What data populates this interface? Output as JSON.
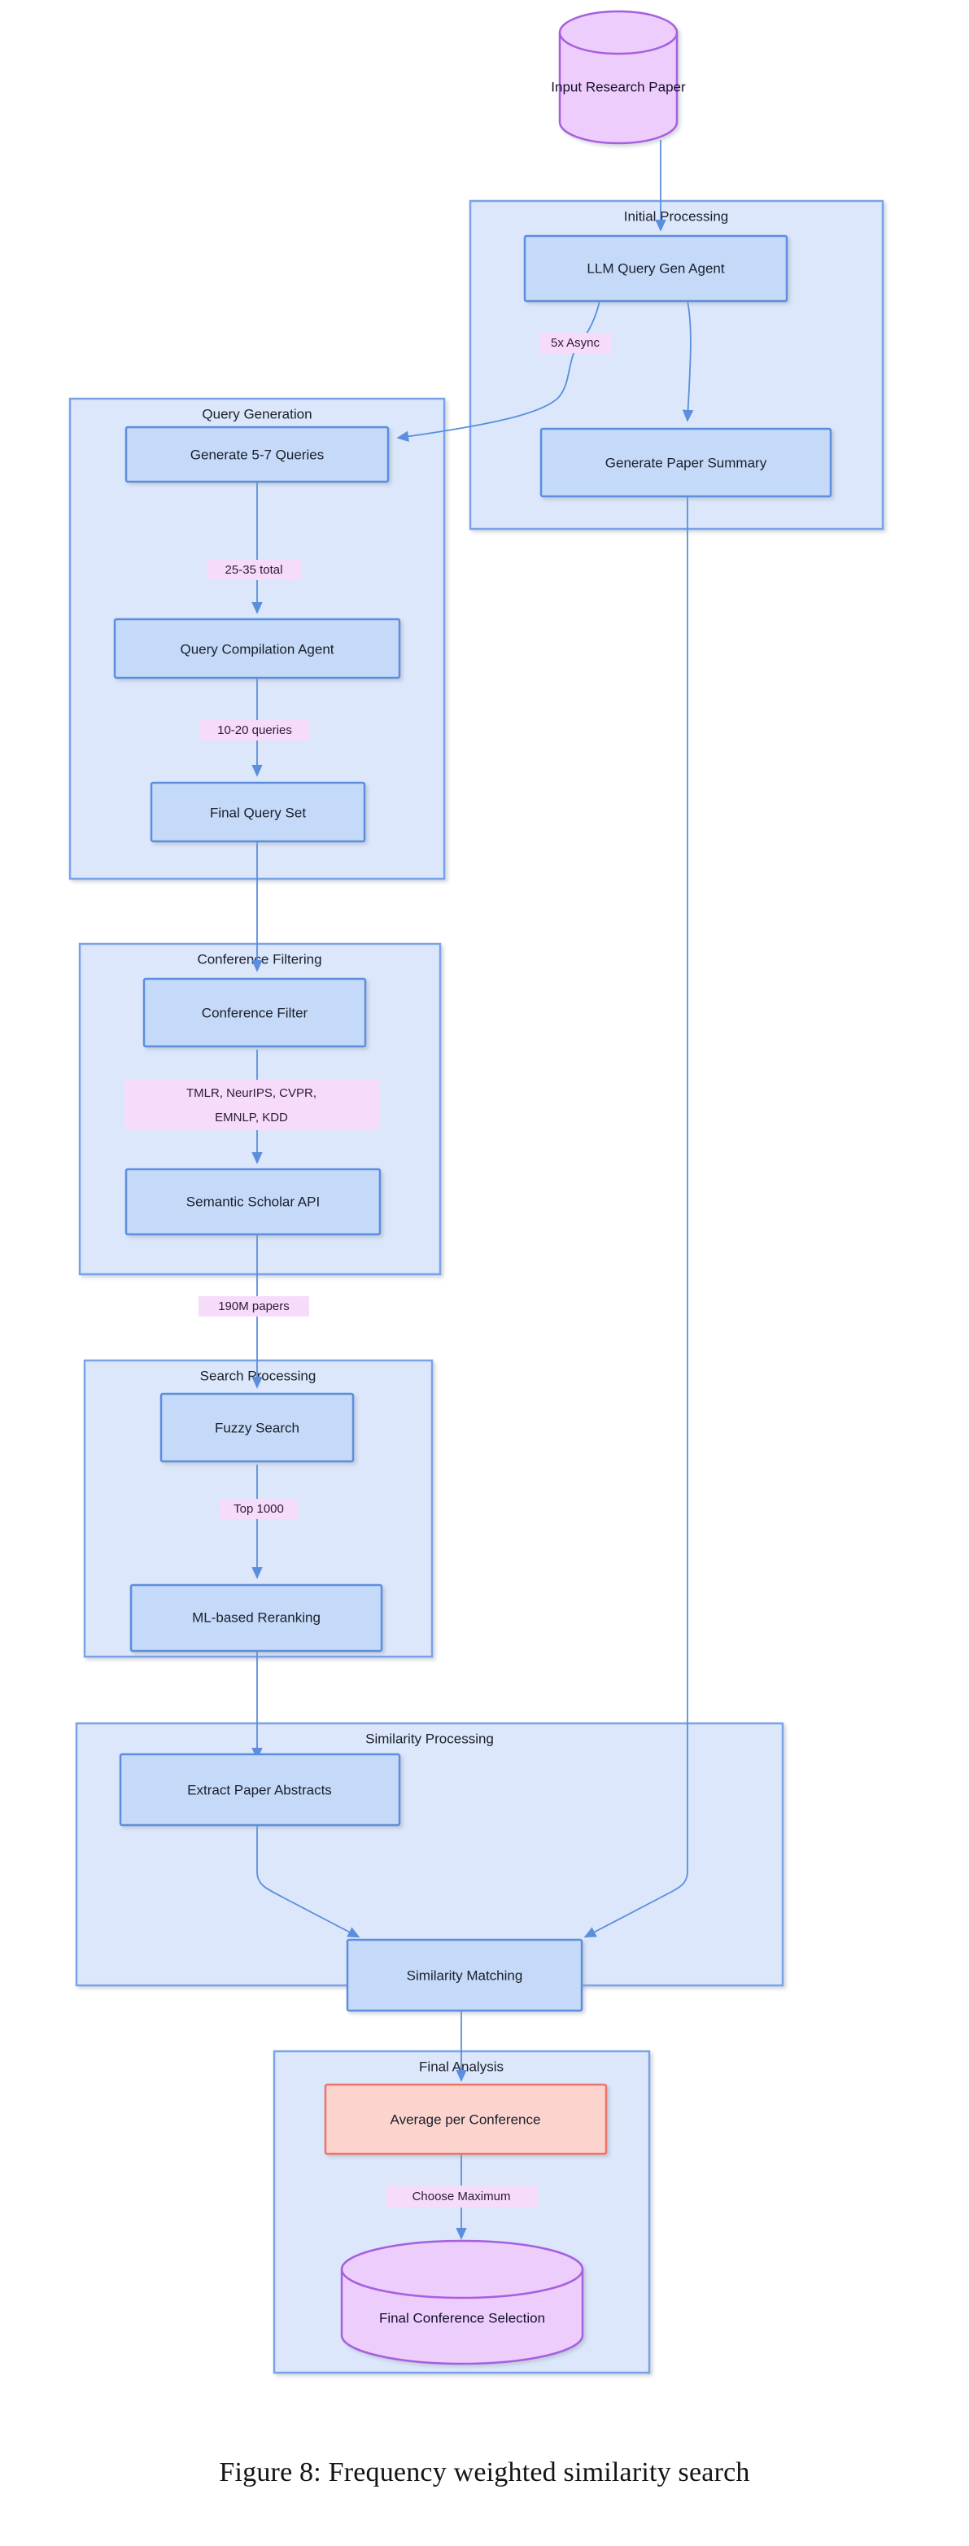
{
  "figure": {
    "caption": "Figure 8: Frequency weighted similarity search"
  },
  "colors": {
    "cluster_fill": "#dce7fb",
    "cluster_stroke": "#7aa2e8",
    "node_fill": "#c4daf8",
    "node_stroke": "#5b8edd",
    "node_alert_fill": "#fcd4cd",
    "node_alert_stroke": "#e8766a",
    "db_fill": "#edcdfb",
    "db_stroke": "#a65ee0",
    "edge_stroke": "#5b8edd",
    "edge_label_bg": "#f6dcfa",
    "text": "#1b1f2b"
  },
  "diagram": {
    "type": "flowchart",
    "direction": "top-to-bottom",
    "clusters": [
      {
        "id": "initial_processing",
        "label": "Initial Processing"
      },
      {
        "id": "query_generation",
        "label": "Query Generation"
      },
      {
        "id": "conference_filtering",
        "label": "Conference Filtering"
      },
      {
        "id": "search_processing",
        "label": "Search Processing"
      },
      {
        "id": "similarity_processing",
        "label": "Similarity Processing"
      },
      {
        "id": "final_analysis",
        "label": "Final Analysis"
      }
    ],
    "nodes": [
      {
        "id": "input_paper",
        "label": "Input Research Paper",
        "shape": "cylinder",
        "cluster": null
      },
      {
        "id": "llm_query_gen",
        "label": "LLM Query Gen Agent",
        "shape": "rect",
        "cluster": "initial_processing"
      },
      {
        "id": "paper_summary",
        "label": "Generate Paper Summary",
        "shape": "rect",
        "cluster": "initial_processing"
      },
      {
        "id": "generate_queries",
        "label": "Generate 5-7 Queries",
        "shape": "rect",
        "cluster": "query_generation"
      },
      {
        "id": "query_compilation",
        "label": "Query Compilation Agent",
        "shape": "rect",
        "cluster": "query_generation"
      },
      {
        "id": "final_query_set",
        "label": "Final Query Set",
        "shape": "rect",
        "cluster": "query_generation"
      },
      {
        "id": "conference_filter",
        "label": "Conference Filter",
        "shape": "rect",
        "cluster": "conference_filtering"
      },
      {
        "id": "semantic_scholar",
        "label": "Semantic Scholar API",
        "shape": "rect",
        "cluster": "conference_filtering"
      },
      {
        "id": "fuzzy_search",
        "label": "Fuzzy Search",
        "shape": "rect",
        "cluster": "search_processing"
      },
      {
        "id": "ml_reranking",
        "label": "ML-based Reranking",
        "shape": "rect",
        "cluster": "search_processing"
      },
      {
        "id": "extract_abstracts",
        "label": "Extract Paper Abstracts",
        "shape": "rect",
        "cluster": "similarity_processing"
      },
      {
        "id": "similarity_matching",
        "label": "Similarity Matching",
        "shape": "rect",
        "cluster": "similarity_processing"
      },
      {
        "id": "average_per_conference",
        "label": "Average per Conference",
        "shape": "rect",
        "cluster": "final_analysis",
        "style": "alert"
      },
      {
        "id": "final_selection",
        "label": "Final Conference Selection",
        "shape": "cylinder",
        "cluster": "final_analysis"
      }
    ],
    "edges": [
      {
        "from": "input_paper",
        "to": "llm_query_gen",
        "label": ""
      },
      {
        "from": "llm_query_gen",
        "to": "generate_queries",
        "label": "5x Async"
      },
      {
        "from": "llm_query_gen",
        "to": "paper_summary",
        "label": ""
      },
      {
        "from": "generate_queries",
        "to": "query_compilation",
        "label": "25-35 total"
      },
      {
        "from": "query_compilation",
        "to": "final_query_set",
        "label": "10-20 queries"
      },
      {
        "from": "final_query_set",
        "to": "conference_filter",
        "label": ""
      },
      {
        "from": "conference_filter",
        "to": "semantic_scholar",
        "label": "TMLR, NeurIPS, CVPR, EMNLP, KDD"
      },
      {
        "from": "semantic_scholar",
        "to": "fuzzy_search",
        "label": "190M papers"
      },
      {
        "from": "fuzzy_search",
        "to": "ml_reranking",
        "label": "Top 1000"
      },
      {
        "from": "ml_reranking",
        "to": "extract_abstracts",
        "label": ""
      },
      {
        "from": "extract_abstracts",
        "to": "similarity_matching",
        "label": ""
      },
      {
        "from": "paper_summary",
        "to": "similarity_matching",
        "label": ""
      },
      {
        "from": "similarity_matching",
        "to": "average_per_conference",
        "label": ""
      },
      {
        "from": "average_per_conference",
        "to": "final_selection",
        "label": "Choose Maximum"
      }
    ],
    "edge_labels": [
      {
        "id": "lbl_5x_async",
        "text": "5x Async"
      },
      {
        "id": "lbl_25_35_total",
        "text": "25-35 total"
      },
      {
        "id": "lbl_10_20_queries",
        "text": "10-20 queries"
      },
      {
        "id": "lbl_conferences_line1",
        "text": "TMLR, NeurIPS, CVPR,"
      },
      {
        "id": "lbl_conferences_line2",
        "text": "EMNLP, KDD"
      },
      {
        "id": "lbl_190m_papers",
        "text": "190M papers"
      },
      {
        "id": "lbl_top_1000",
        "text": "Top 1000"
      },
      {
        "id": "lbl_choose_maximum",
        "text": "Choose Maximum"
      }
    ]
  }
}
